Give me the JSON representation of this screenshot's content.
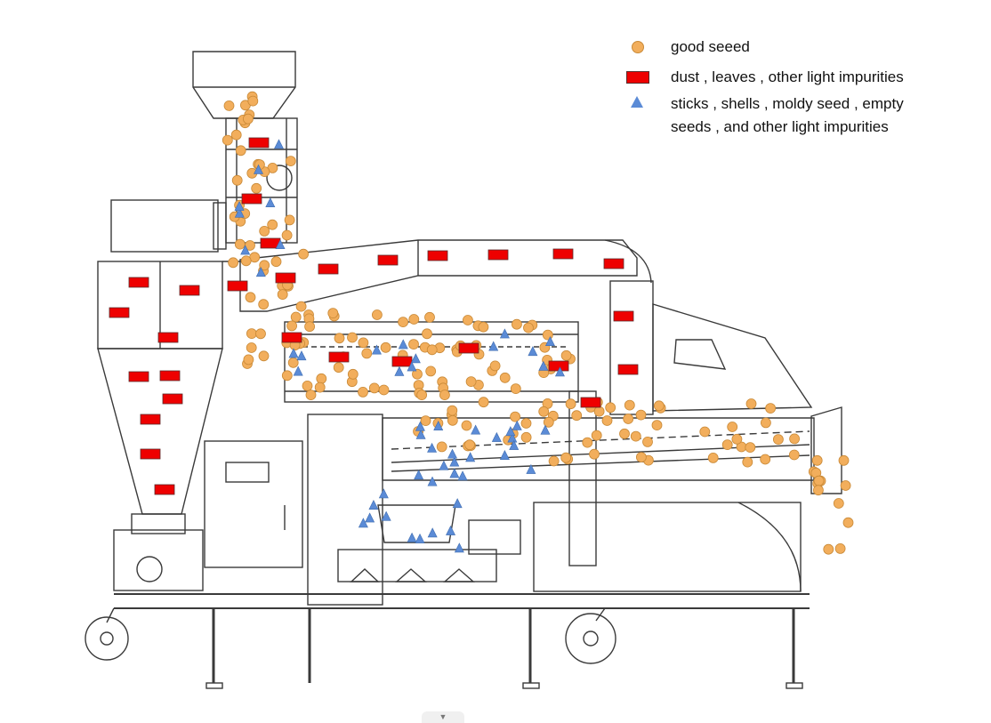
{
  "legend": {
    "items": [
      {
        "key": "seed",
        "label": "good seeed",
        "marker": "orange-circle",
        "color": "#f2ae5c"
      },
      {
        "key": "dust",
        "label": "dust , leaves , other light  impurities",
        "marker": "red-rectangle",
        "color": "#ee0000"
      },
      {
        "key": "stick",
        "label": "sticks , shells , moldy seed , empty seeds , and other light impurities",
        "marker": "blue-triangle",
        "color": "#5b8bd6"
      }
    ]
  },
  "colors": {
    "line": "#3a3a3a",
    "seed": "#f2ae5c",
    "seed_edge": "#c98a38",
    "dust": "#ee0000",
    "stick": "#5b8bd6"
  },
  "scroll_indicator": {
    "icon": "chevron-down-icon",
    "glyph": "▼"
  }
}
